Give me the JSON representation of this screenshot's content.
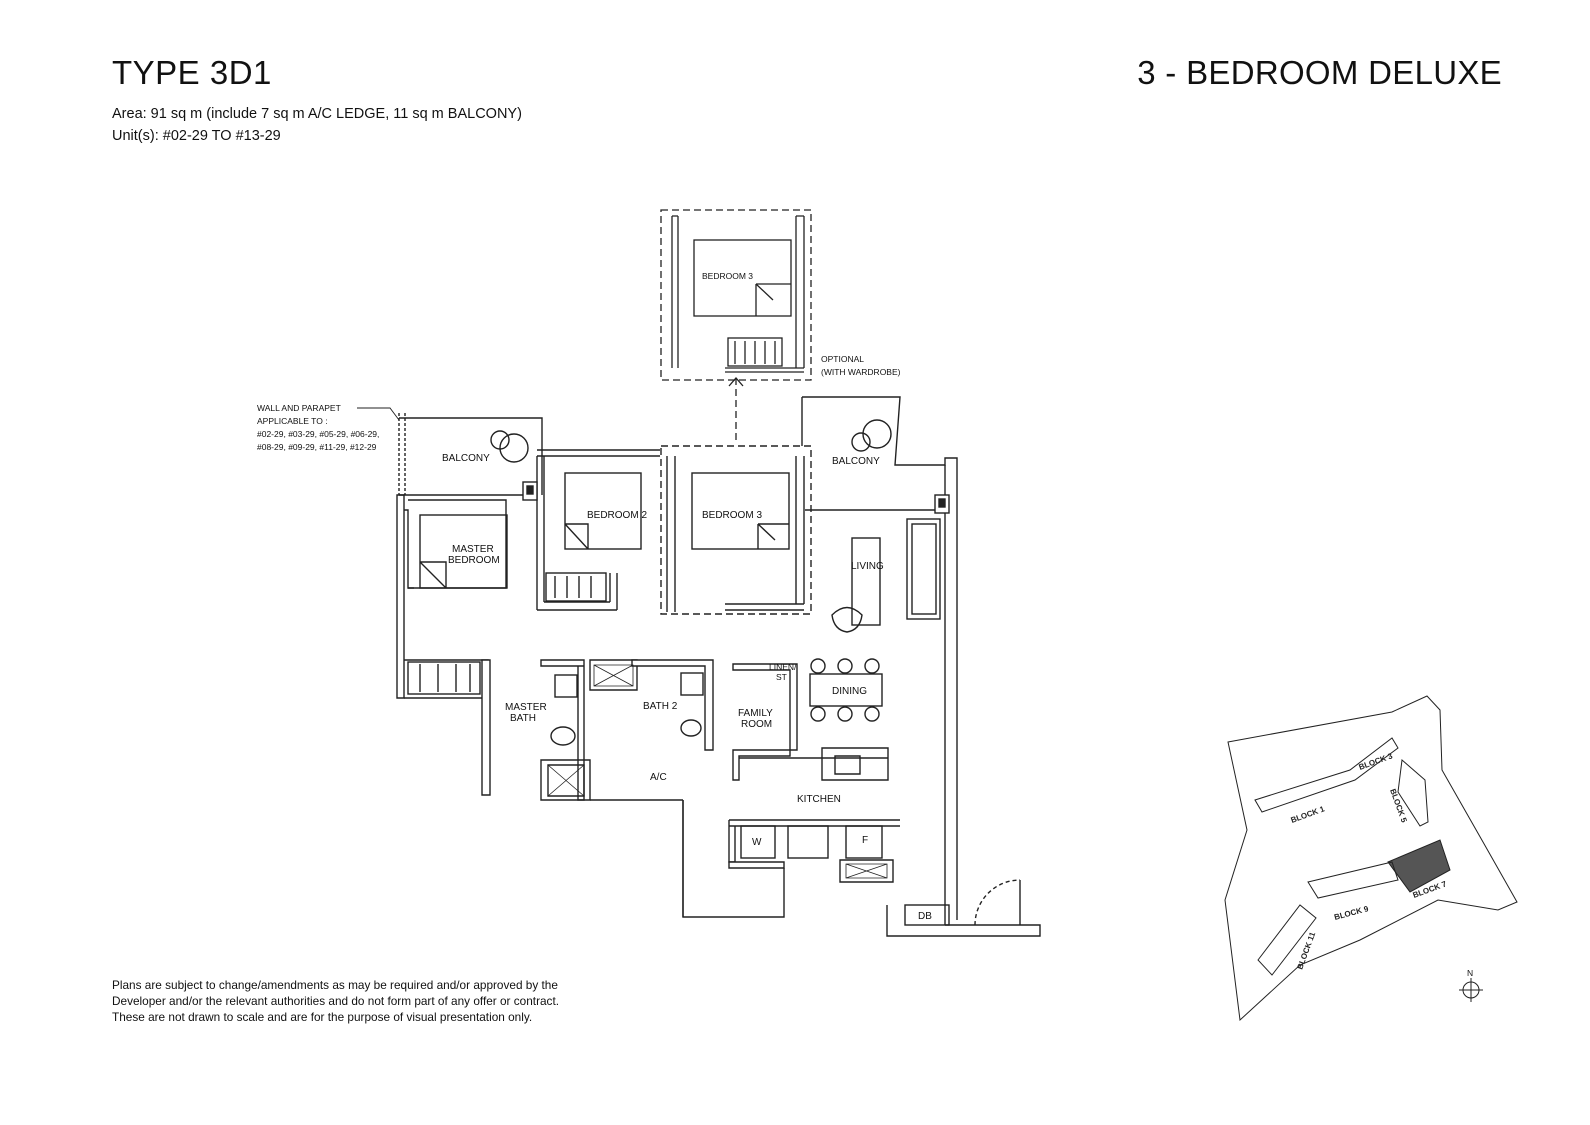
{
  "header": {
    "type_title": "TYPE 3D1",
    "unit_category": "3 - BEDROOM DELUXE",
    "area": "Area: 91 sq m (include 7 sq m A/C LEDGE, 11 sq m BALCONY)",
    "units": "Unit(s): #02-29 TO #13-29"
  },
  "plan": {
    "rooms": {
      "bedroom3_optional": "BEDROOM 3",
      "optional_note_line1": "OPTIONAL",
      "optional_note_line2": "(WITH WARDROBE)",
      "balcony_left": "BALCONY",
      "balcony_right": "BALCONY",
      "bedroom2": "BEDROOM 2",
      "bedroom3": "BEDROOM 3",
      "master_bedroom_line1": "MASTER",
      "master_bedroom_line2": "BEDROOM",
      "living": "LIVING",
      "linen_line1": "LINEN/",
      "linen_line2": "ST",
      "dining": "DINING",
      "master_bath_line1": "MASTER",
      "master_bath_line2": "BATH",
      "bath2": "BATH 2",
      "family_room_line1": "FAMILY",
      "family_room_line2": "ROOM",
      "ac": "A/C",
      "kitchen": "KITCHEN",
      "washer": "W",
      "fridge": "F",
      "db": "DB"
    },
    "wall_note": {
      "line1": "WALL AND PARAPET",
      "line2": "APPLICABLE TO :",
      "line3": "#02-29, #03-29, #05-29, #06-29,",
      "line4": "#08-29, #09-29, #11-29, #12-29"
    }
  },
  "key_plan": {
    "blocks": [
      "BLOCK 1",
      "BLOCK 3",
      "BLOCK 5",
      "BLOCK 7",
      "BLOCK 9",
      "BLOCK 11"
    ],
    "north": "N"
  },
  "disclaimer": {
    "line1": "Plans are subject to change/amendments as may be required and/or approved by the",
    "line2": "Developer and/or the relevant authorities and do not form part of any offer or contract.",
    "line3": "These are not drawn to scale and are for the purpose of visual presentation only."
  }
}
